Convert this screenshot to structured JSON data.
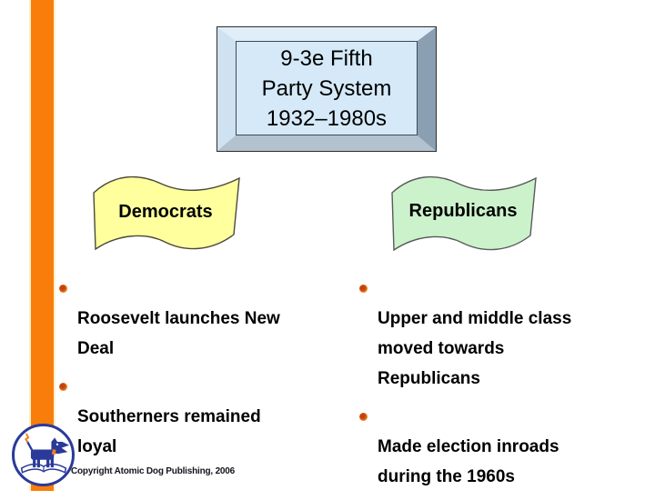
{
  "slide": {
    "title": {
      "lines": [
        "9-3e Fifth",
        "Party System",
        "1932–1980s"
      ]
    },
    "banners": [
      {
        "label": "Democrats"
      },
      {
        "label": "Republicans"
      }
    ],
    "bullets": {
      "left": [
        "Roosevelt launches New\nDeal",
        "Southerners remained\nloyal"
      ],
      "right": [
        "Upper and middle class\nmoved towards\nRepublicans",
        "Made election inroads\nduring the 1960s"
      ]
    },
    "footer": {
      "copyright": "Copyright Atomic Dog Publishing, 2006"
    },
    "logo": {
      "name": "Atomic Dog"
    },
    "colors": {
      "stripe_orange": "#F87D0B",
      "stripe_edge_cream": "#FDEFC8",
      "title_panel_blue": "#D5E9F8",
      "bevel_light": "#DFEEF9",
      "bevel_dark": "#8B9FB2",
      "democrats_yellow": "#FFFF9E",
      "republicans_green": "#CCF2CC",
      "bullet_orange": "#EE7F1E",
      "logo_navy": "#2A3A9A",
      "text_black": "#000000"
    }
  }
}
